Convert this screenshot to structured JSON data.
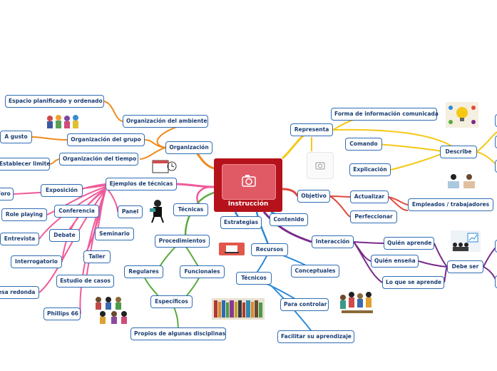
{
  "central": {
    "label": "Instrucción"
  },
  "nodes": {
    "espacio": "Espacio planificado y ordenado",
    "org_ambiente": "Organización del ambiente",
    "agusto": "A gusto",
    "org_grupo": "Organización del grupo",
    "org_tiempo": "Organización del tiempo",
    "establecer": "Establecer limite",
    "organizacion": "Organización",
    "ejemplos": "Ejemplos de técnicas",
    "foro": "Foro",
    "exposicion": "Exposición",
    "role": "Role playing",
    "conferencia": "Conferencia",
    "panel": "Panel",
    "tecnicas": "Técnicas",
    "entrevista": "Entrevista",
    "debate": "Debate",
    "seminario": "Seminario",
    "interrogatorio": "Interrogatorio",
    "taller": "Taller",
    "estudio": "Estudio de casos",
    "mesa": "Mesa redonda",
    "phillips": "Phillips 66",
    "procedimientos": "Procedimientos",
    "regulares": "Regulares",
    "funcionales": "Funcionales",
    "especificos": "Específicos",
    "propios": "Propios de algunas disciplinas",
    "estrategias": "Estrategias",
    "contenido": "Contenido",
    "recursos": "Recursos",
    "tecnicos": "Técnicos",
    "conceptuales": "Conceptuales",
    "para_controlar": "Para controlar",
    "facilitar": "Facilitar su aprendizaje",
    "representa": "Representa",
    "forma": "Forma de información comunicada",
    "comando": "Comando",
    "explicacion": "Explicación",
    "describe": "Describe",
    "objetivo": "Objetivo",
    "actualizar": "Actualizar",
    "perfeccionar": "Perfeccionar",
    "empleados": "Empleados / trabajadores",
    "interaccion": "Interacción",
    "quien_aprende": "Quién aprende",
    "quien_ensena": "Quién enseña",
    "lo_que": "Lo que se aprende",
    "debe_ser": "Debe ser"
  },
  "colors": {
    "central": "#b5121b",
    "organizacion": "#f08a1c",
    "tecnicas": "#f05a9a",
    "procedimientos": "#5aaa3c",
    "recursos": "#2a8ad8",
    "representa": "#f5c814",
    "objetivo": "#e04a3c",
    "interaccion": "#7a2a8a",
    "node_border": "#2f6db5"
  }
}
